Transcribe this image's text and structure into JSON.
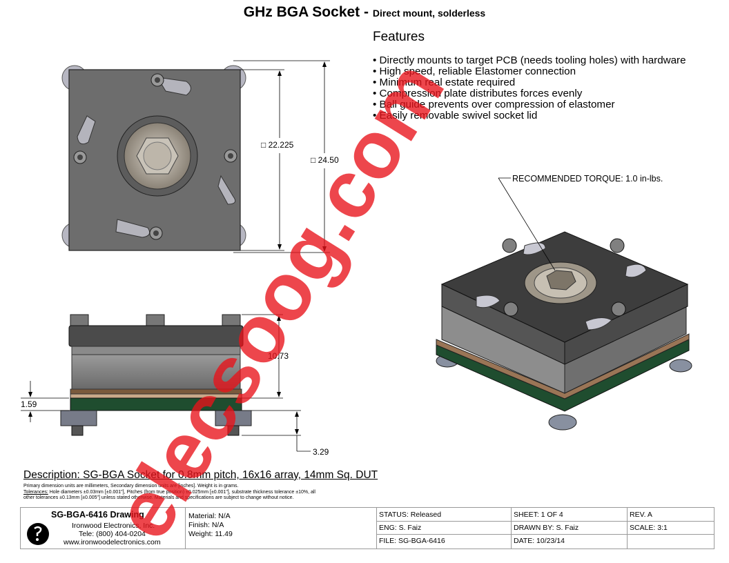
{
  "header": {
    "title": "GHz BGA Socket - ",
    "subtitle": "Direct mount, solderless"
  },
  "features": {
    "heading": "Features",
    "items": [
      "Directly mounts to target PCB (needs tooling holes) with hardware",
      "High speed, reliable Elastomer connection",
      "Minimum real estate required",
      "Compression plate distributes forces evenly",
      "Ball guide prevents over compression of elastomer",
      "Easily removable swivel socket lid"
    ]
  },
  "dimensions": {
    "inner_square": "□ 22.225",
    "outer_square": "□ 24.50",
    "height": "10.73",
    "board": "1.59",
    "bottom": "3.29",
    "torque_note": "RECOMMENDED TORQUE: 1.0 in-lbs."
  },
  "description": {
    "text": "Description: SG-BGA Socket for 0.8mm pitch, 16x16 array, 14mm Sq. DUT",
    "note1": "Primary dimension units are millimeters, Secondary dimension units are [inches]. Weight is in grams.",
    "tol_label": "Tolerances:",
    "tol_text": " Hole diameters ±0.03mm [±0.001\"], Pitches (from true position) ±0.025mm [±0.001\"], substrate thickness tolerance ±10%, all",
    "note3": "other tolerances ±0.13mm [±0.005\"] unless stated otherwise.  Materials and specifications are subject to change without notice."
  },
  "title_block": {
    "drawing_name": "SG-BGA-6416 Drawing",
    "company": "Ironwood Electronics, Inc.",
    "phone": "Tele: (800) 404-0204",
    "web": "www.ironwoodelectronics.com",
    "material": "Material: N/A",
    "finish": "Finish: N/A",
    "weight": "Weight: 11.49",
    "status": "STATUS: Released",
    "sheet": "SHEET:  1 OF 4",
    "rev": "REV. A",
    "eng": "ENG:  S. Faiz",
    "drawn_by": "DRAWN BY: S. Faiz",
    "scale": "SCALE:  3:1",
    "file": "FILE: SG-BGA-6416",
    "date": "DATE:  10/23/14"
  },
  "watermark": {
    "text": "elecsoog.com",
    "color": "#e8121a"
  }
}
